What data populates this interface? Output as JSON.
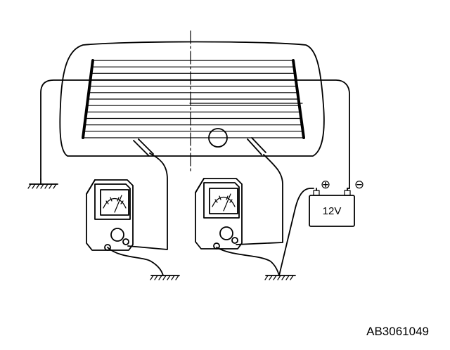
{
  "battery": {
    "label": "12V",
    "positive_symbol": "⊕",
    "negative_symbol": "⊖"
  },
  "figure_code": "AB3061049",
  "icons": [
    "rear-window-defogger-grid",
    "voltmeter-icon",
    "ground-symbol-icon",
    "battery-icon"
  ]
}
